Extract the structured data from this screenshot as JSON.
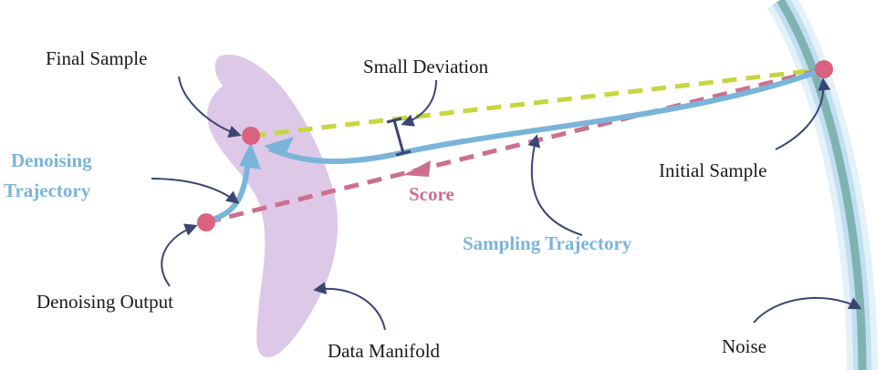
{
  "labels": {
    "final_sample": "Final Sample",
    "small_deviation": "Small Deviation",
    "denoising_trajectory_line1": "Denoising",
    "denoising_trajectory_line2": "Trajectory",
    "score": "Score",
    "initial_sample": "Initial Sample",
    "sampling_trajectory": "Sampling Trajectory",
    "denoising_output": "Denoising Output",
    "data_manifold": "Data Manifold",
    "noise": "Noise"
  },
  "colors": {
    "manifold_fill": "#d9c2e6",
    "noise_ring": "#7fb3b1",
    "noise_glow": "#cfe6f5",
    "sampling_trajectory": "#7ab5d9",
    "score_line": "#cc6f8e",
    "dashed_line": "#c7d640",
    "sample_point": "#d9637f",
    "pointer_arrow": "#3b4573"
  }
}
